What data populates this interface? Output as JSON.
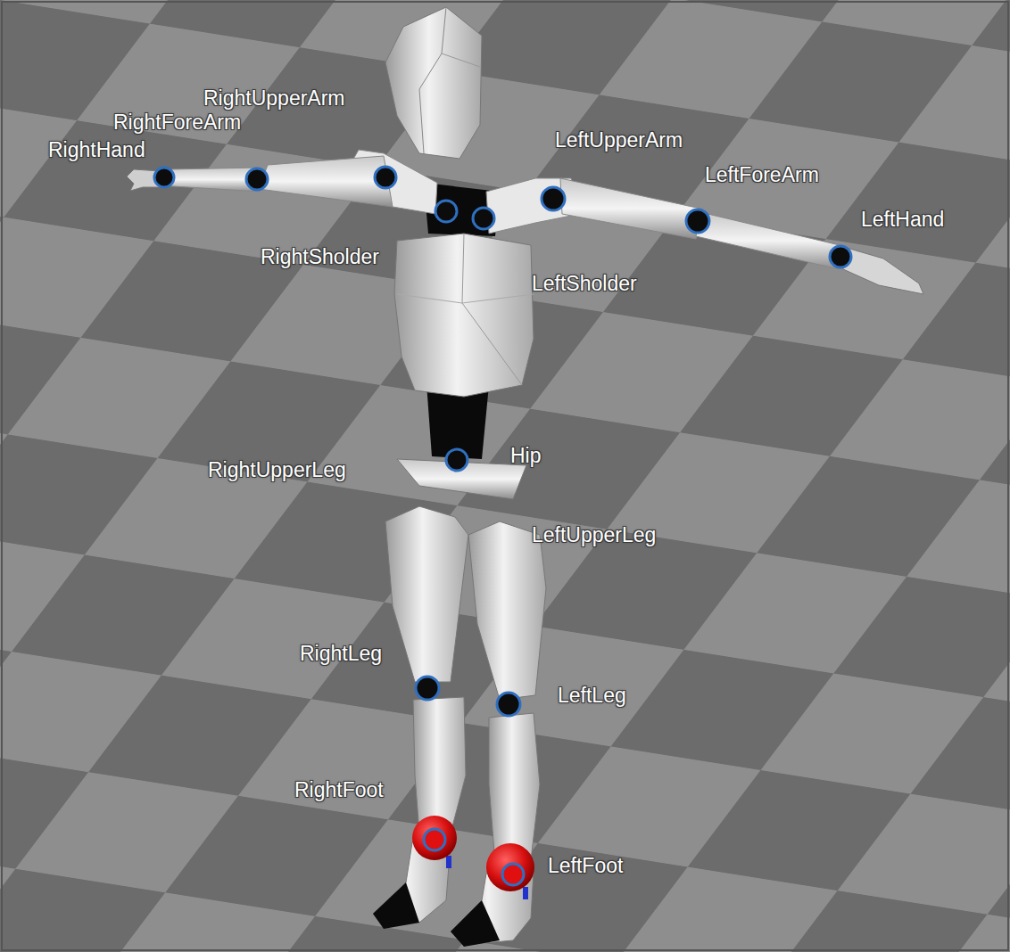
{
  "diagram": {
    "labels": [
      "RightUpperArm",
      "RightForeArm",
      "RightHand",
      "LeftUpperArm",
      "LeftForeArm",
      "LeftHand",
      "RightSholder",
      "LeftSholder",
      "Hip",
      "RightUpperLeg",
      "LeftUpperLeg",
      "RightLeg",
      "LeftLeg",
      "RightFoot",
      "LeftFoot"
    ]
  }
}
